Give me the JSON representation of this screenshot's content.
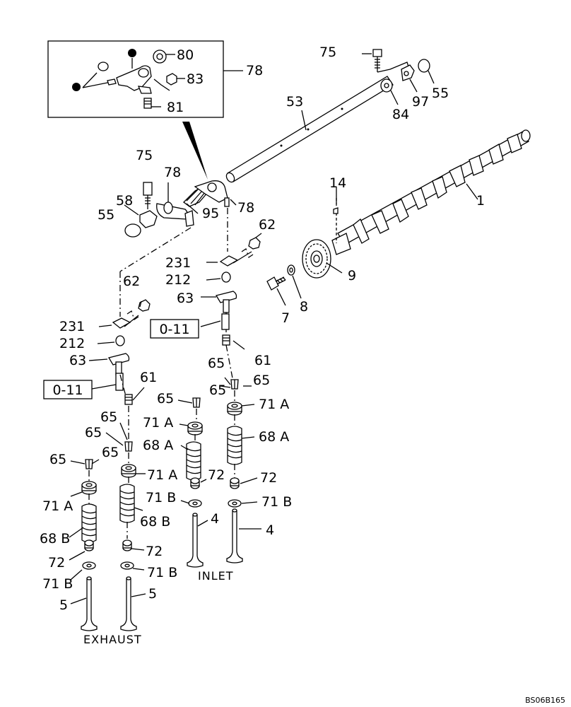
{
  "diagram": {
    "drawing_code": "BS06B165",
    "captions": {
      "inlet": "INLET",
      "exhaust": "EXHAUST"
    },
    "ref_boxes": [
      "0-11",
      "0-11"
    ],
    "labels": {
      "p80": "80",
      "p83": "83",
      "p81": "81",
      "p78_box": "78",
      "p75_top": "75",
      "p53": "53",
      "p84": "84",
      "p97": "97",
      "p55_top": "55",
      "p1": "1",
      "p14": "14",
      "p9": "9",
      "p8": "8",
      "p7": "7",
      "p75_left": "75",
      "p78_left": "78",
      "p58": "58",
      "p55_left": "55",
      "p95": "95",
      "p78_right": "78",
      "p62_right": "62",
      "p231_right": "231",
      "p212_right": "212",
      "p63_right": "63",
      "p61_right": "61",
      "p62_left": "62",
      "p231_left": "231",
      "p212_left": "212",
      "p63_left": "63",
      "p61_left": "61",
      "p65_r1": "65",
      "p65_r2": "65",
      "p65_r3": "65",
      "p71a_r1": "71 A",
      "p68a_r1": "68 A",
      "p72_r1": "72",
      "p71b_r1": "71 B",
      "p4_r1": "4",
      "p71a_r2": "71 A",
      "p68a_r2": "68 A",
      "p72_r2": "72",
      "p71b_r2": "71 B",
      "p4_r2": "4",
      "p65_l1": "65",
      "p65_l2": "65",
      "p65_l3": "65",
      "p71a_l1": "71 A",
      "p68b_l1": "68 B",
      "p72_l1": "72",
      "p71b_l1": "71 B",
      "p5_l1": "5",
      "p71a_l2": "71 A",
      "p68b_l2": "68 B",
      "p72_l2": "72",
      "p71b_l2": "71 B",
      "p5_l2": "5"
    }
  }
}
